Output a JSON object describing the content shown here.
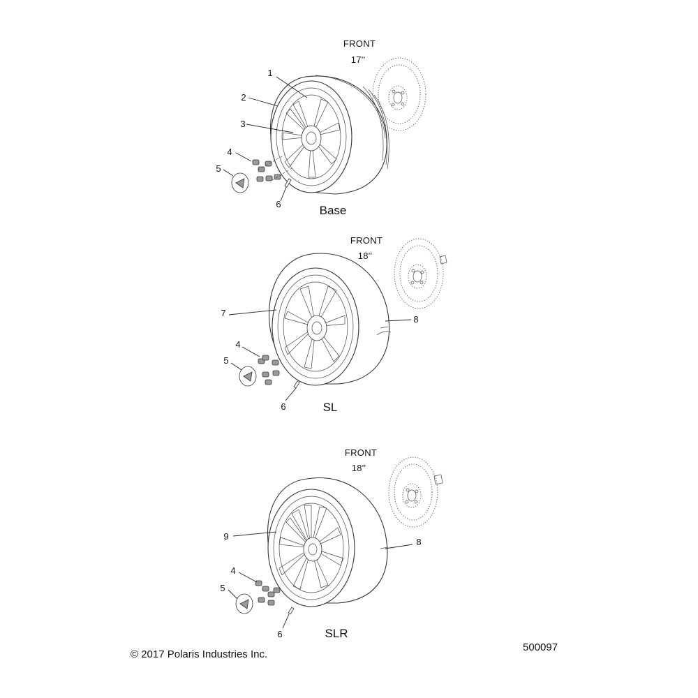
{
  "assemblies": [
    {
      "name": "Base",
      "front_label": "FRONT",
      "size_label": "17''",
      "callouts": [
        "1",
        "2",
        "3",
        "4",
        "5",
        "6"
      ]
    },
    {
      "name": "SL",
      "front_label": "FRONT",
      "size_label": "18''",
      "callouts": [
        "7",
        "8",
        "4",
        "5",
        "6"
      ]
    },
    {
      "name": "SLR",
      "front_label": "FRONT",
      "size_label": "18''",
      "callouts": [
        "9",
        "8",
        "4",
        "5",
        "6"
      ]
    }
  ],
  "copyright": "© 2017 Polaris Industries Inc.",
  "diagram_number": "500097"
}
